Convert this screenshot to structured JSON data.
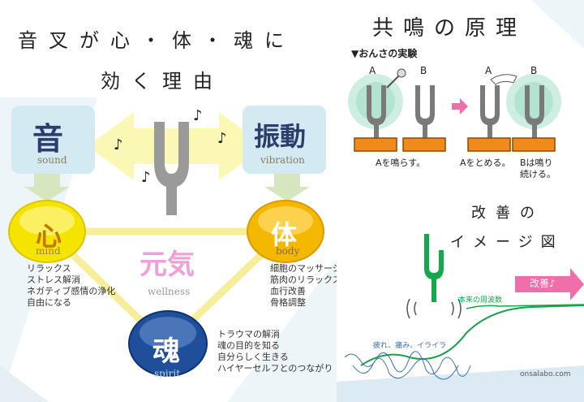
{
  "left": {
    "title_line1": "音叉が心・体・魂に",
    "title_line2": "効く理由",
    "sound_kanji": "音",
    "sound_en": "sound",
    "vibration_kanji": "振動",
    "vibration_en": "vibration",
    "wellness_kanji": "元気",
    "wellness_en": "wellness",
    "mind": {
      "kanji": "心",
      "en": "mind",
      "items": [
        "リラックス",
        "ストレス解消",
        "ネガティブ感情の浄化",
        "自由になる"
      ]
    },
    "body": {
      "kanji": "体",
      "en": "body",
      "items": [
        "細胞のマッサージ",
        "筋肉のリラックス",
        "血行改善",
        "骨格調整"
      ]
    },
    "spirit": {
      "kanji": "魂",
      "en": "spirit",
      "items": [
        "トラウマの解消",
        "魂の目的を知る",
        "自分らしく生きる",
        "ハイヤーセルフとのつながり"
      ]
    },
    "note_glyph": "♪",
    "colors": {
      "mind": "#f5e400",
      "body": "#f5b800",
      "spirit": "#1f4f9a",
      "triangle": "#f6ee9a",
      "box": "#d4eaf3",
      "wellness": "#f0a0d8"
    }
  },
  "right": {
    "title": "共鳴の原理",
    "experiment_label": "▼おんさの実験",
    "fork_labels": [
      "A",
      "B",
      "A",
      "B"
    ],
    "captions": [
      "Aを鳴らす。",
      "Aをとめる。",
      "Bは鳴り",
      "続ける。"
    ],
    "improve_line1": "改善の",
    "improve_line2": "イメージ図",
    "arrow_label": "改善♪",
    "natural_freq": "本来の周波数",
    "pain_label": "疲れ、痛み、イライラ",
    "site": "onsalabo.com"
  }
}
